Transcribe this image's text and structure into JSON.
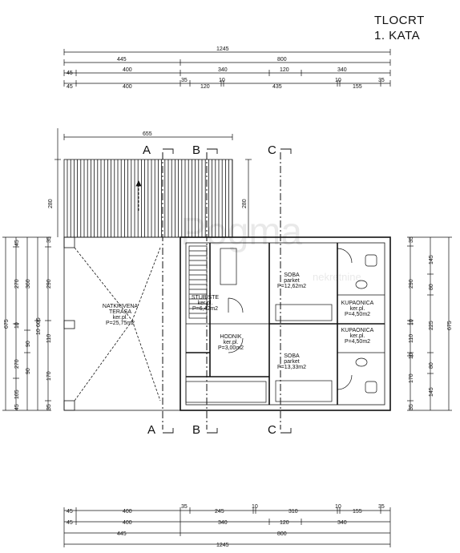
{
  "title": {
    "line1": "TLOCRT",
    "line2": "1. KATA"
  },
  "watermark": {
    "main": "Pogma",
    "sub": "nekretnine"
  },
  "top_dims": {
    "row1": [
      "1245"
    ],
    "row2": [
      "445",
      "800"
    ],
    "row3": [
      "45",
      "400",
      "340",
      "120",
      "340"
    ],
    "row4": [
      "45",
      "400",
      "35",
      "120",
      "10",
      "435",
      "10",
      "155",
      "35"
    ]
  },
  "bottom_dims": {
    "row1": [
      "45",
      "400",
      "35",
      "245",
      "10",
      "310",
      "10",
      "155",
      "35"
    ],
    "row2": [
      "45",
      "400",
      "340",
      "120",
      "340"
    ],
    "row3": [
      "445",
      "800"
    ],
    "row4": [
      "1245"
    ]
  },
  "left_dims": {
    "col_outer": [
      "675"
    ],
    "col_a": [
      "45",
      "270",
      "10",
      "270",
      "105",
      "45"
    ],
    "col_b": [
      "360",
      "90",
      "90",
      "10"
    ],
    "col_c": [
      "35",
      "290",
      "605",
      "110",
      "170",
      "35"
    ]
  },
  "right_dims": {
    "col_inner": [
      "35",
      "290",
      "10",
      "110",
      "10",
      "170",
      "35"
    ],
    "col_mid": [
      "145",
      "80",
      "225",
      "80",
      "145"
    ],
    "col_outer": [
      "675"
    ]
  },
  "misc_dims": {
    "top_width": "655",
    "side_height": "280",
    "stair_side": "280"
  },
  "sections": {
    "top": [
      "A",
      "B",
      "C"
    ],
    "bottom": [
      "A",
      "B",
      "C"
    ]
  },
  "rooms": {
    "terasa": {
      "name1": "NATKRIVENA",
      "name2": "TERASA",
      "floor": "ker.pl.",
      "area": "P=25,75m2"
    },
    "stubiste": {
      "name": "STUBIŠTE",
      "floor": "ker.pl.",
      "area": "P=6,42m2"
    },
    "hodnik": {
      "name": "HODNIK",
      "floor": "ker.pl.",
      "area": "P=3,00m2"
    },
    "soba1": {
      "name": "SOBA",
      "floor": "parket",
      "area": "P=12,62m2"
    },
    "soba2": {
      "name": "SOBA",
      "floor": "parket",
      "area": "P=13,33m2"
    },
    "kupaonica1": {
      "name": "KUPAONICA",
      "floor": "ker.pl.",
      "area": "P=4,50m2"
    },
    "kupaonica2": {
      "name": "KUPAONICA",
      "floor": "ker.pl.",
      "area": "P=4,50m2"
    }
  }
}
